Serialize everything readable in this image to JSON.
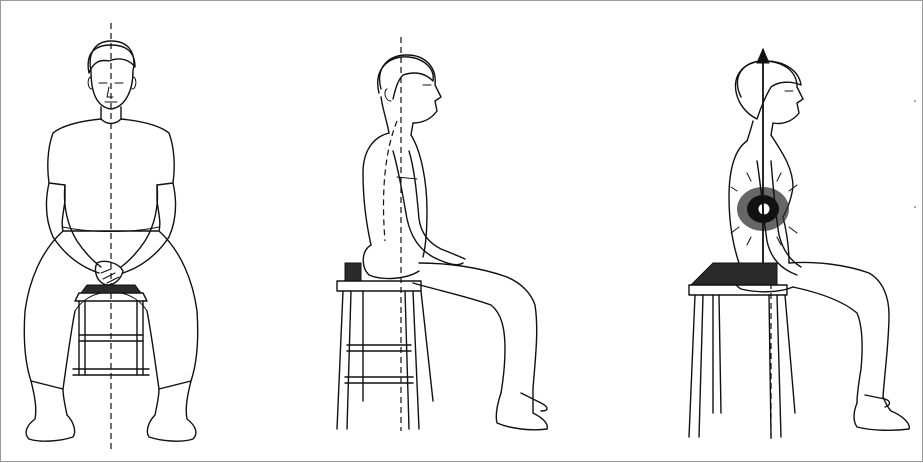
{
  "illustration": {
    "figures": [
      {
        "view": "front",
        "subject": "man-seated-on-stool"
      },
      {
        "view": "side",
        "subject": "man-seated-on-stool"
      },
      {
        "view": "side",
        "subject": "woman-seated-on-stool"
      }
    ]
  },
  "colors": {
    "ink": "#111111",
    "background": "#ffffff",
    "border": "#9a9a9a"
  }
}
